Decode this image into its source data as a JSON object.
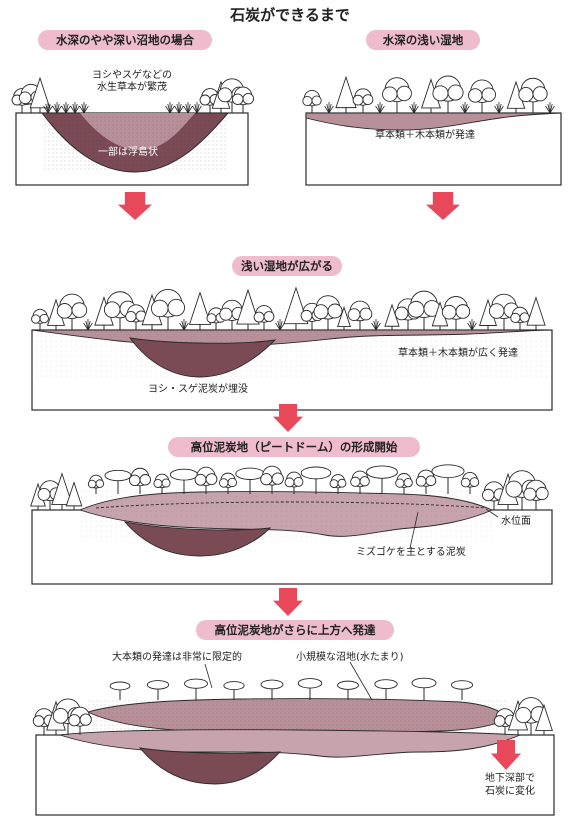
{
  "title": "石炭ができるまで",
  "stages": [
    {
      "heading": "水深のやや深い沼地の場合",
      "labels": [
        "ヨシやスゲなどの",
        "水生草本が繁茂",
        "一部は浮島状"
      ]
    },
    {
      "heading": "水深の浅い湿地",
      "labels": [
        "草本類＋木本類が発達"
      ]
    },
    {
      "heading": "浅い湿地が広がる",
      "labels": [
        "草本類＋木本類が広く発達",
        "ヨシ・スゲ泥炭が埋没"
      ]
    },
    {
      "heading": "高位泥炭地（ピートドーム）の形成開始",
      "labels": [
        "水位面",
        "ミズゴケを主とする泥炭"
      ]
    },
    {
      "heading": "高位泥炭地がさらに上方へ発達",
      "labels": [
        "大本類の発達は非常に限定的",
        "小規模な沼地(水たまり)",
        "地下深部で",
        "石炭に変化"
      ]
    }
  ],
  "colors": {
    "arrow": "#e8485a",
    "pill": "#eebccd",
    "peat_dark": "#7a4a55",
    "peat_light": "#b7909a",
    "sediment": "#c7a4ad",
    "line": "#2a2a2a"
  }
}
